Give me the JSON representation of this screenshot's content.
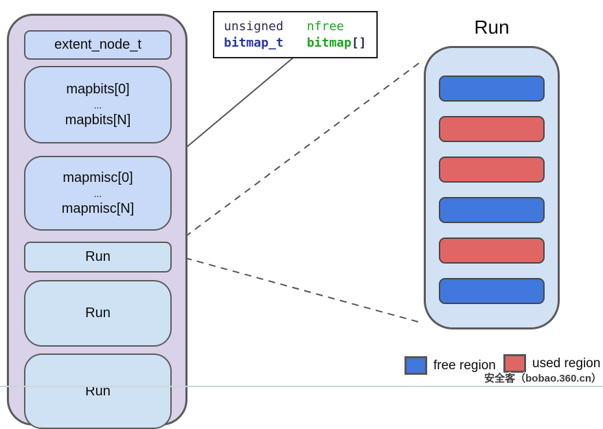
{
  "chunk": {
    "items": [
      {
        "id": "extent-node",
        "lines": [
          "extent_node_t"
        ]
      },
      {
        "id": "mapbits",
        "lines": [
          "mapbits[0]",
          "...",
          "mapbits[N]"
        ]
      },
      {
        "id": "mapmisc",
        "lines": [
          "mapmisc[0]",
          "...",
          "mapmisc[N]"
        ]
      },
      {
        "id": "run-1",
        "lines": [
          "Run"
        ]
      },
      {
        "id": "run-2",
        "lines": [
          "Run"
        ]
      },
      {
        "id": "run-3",
        "lines": [
          "Run"
        ]
      }
    ]
  },
  "code_box": {
    "row1_type": "unsigned",
    "row1_field": "nfree",
    "row2_type": "bitmap_t",
    "row2_field": "bitmap",
    "row2_suffix": "[]"
  },
  "run_detail": {
    "title": "Run",
    "regions": [
      "free",
      "used",
      "used",
      "free",
      "used",
      "free"
    ]
  },
  "legend": {
    "items": [
      {
        "type": "free",
        "label": "free region"
      },
      {
        "type": "used",
        "label": "used region"
      }
    ]
  },
  "watermark": "安全客（bobao.360.cn）",
  "colors": {
    "chunk_bg": "#d9d2e9",
    "box_blue": "#c9daf8",
    "run_bg": "#cfe2f3",
    "run_detail_bg": "#d2e2f4",
    "free_region": "#4178dd",
    "used_region": "#e06666",
    "border": "#5b5b5b",
    "line": "#555555",
    "code_green": "#1ea41e",
    "code_navy": "#2b2b52",
    "code_blue": "#2b35a3"
  }
}
